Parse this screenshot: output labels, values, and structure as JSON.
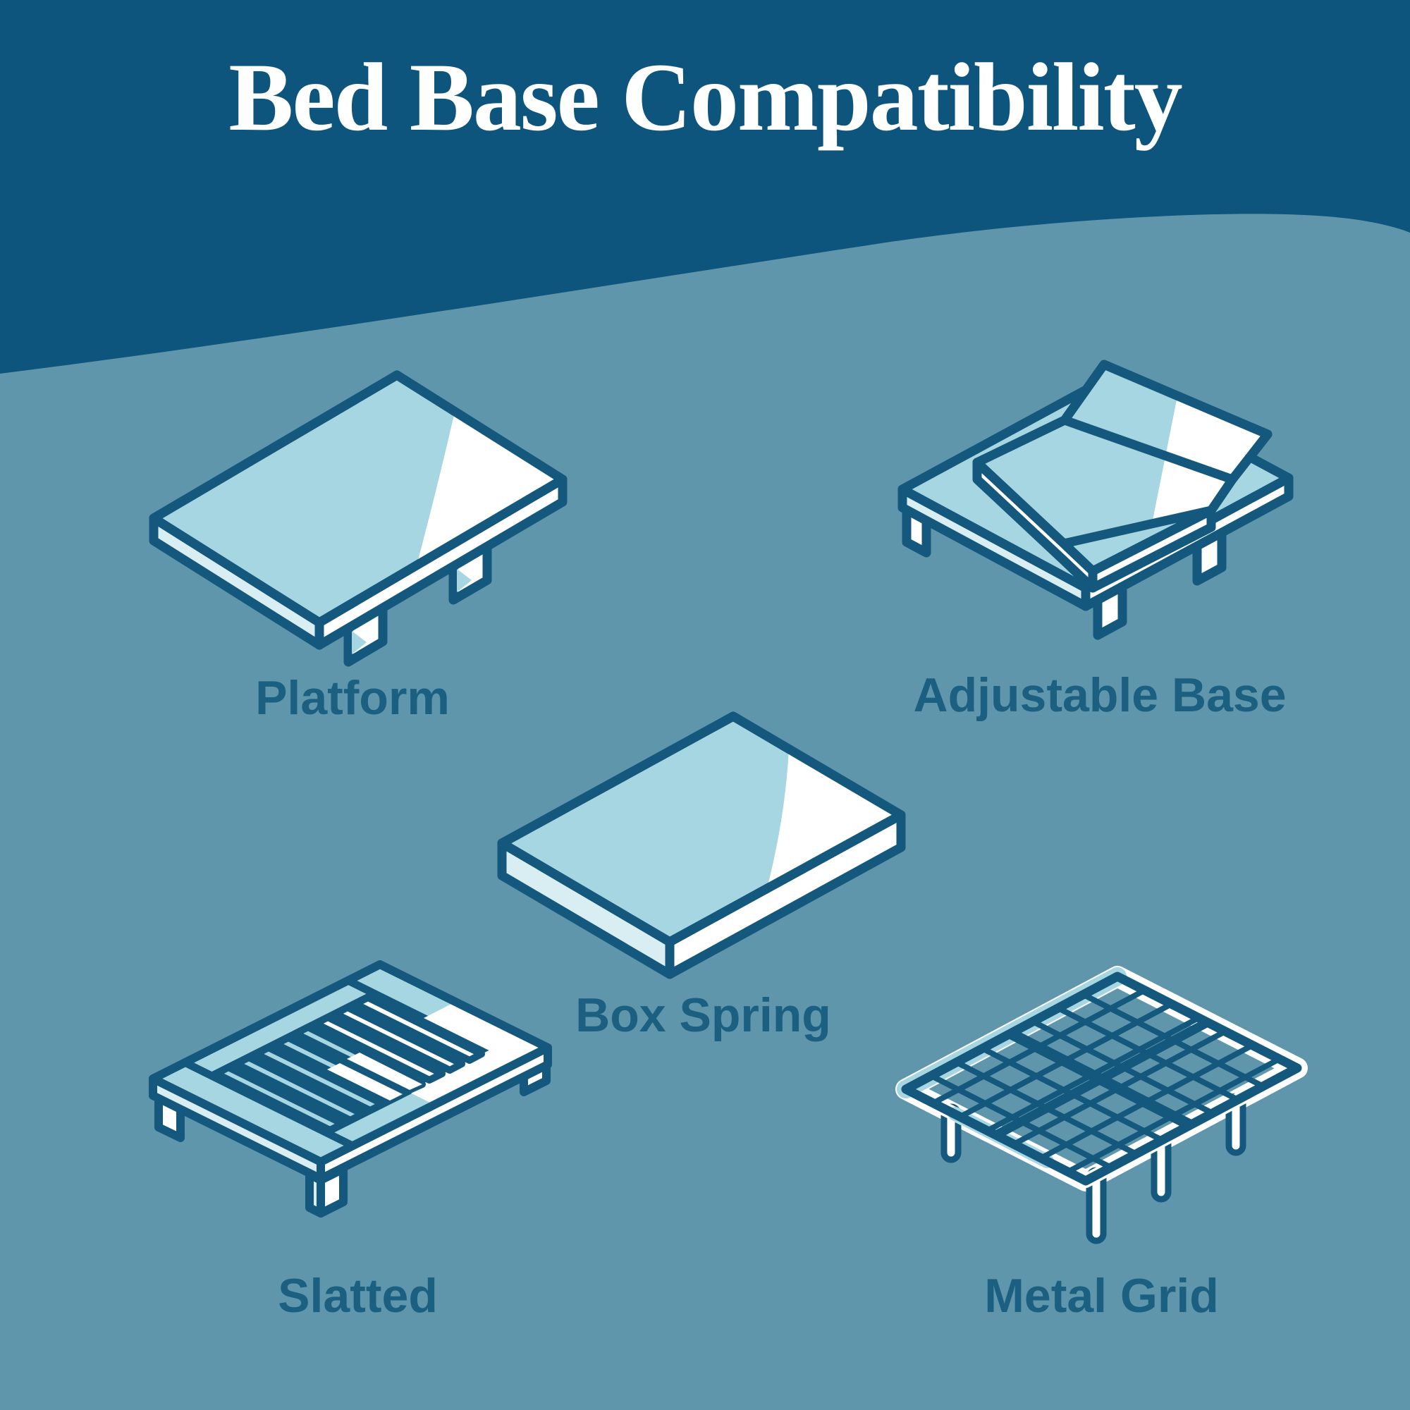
{
  "title": "Bed Base Compatibility",
  "items": [
    {
      "label": "Platform",
      "icon": "platform-bed-icon"
    },
    {
      "label": "Adjustable Base",
      "icon": "adjustable-base-bed-icon"
    },
    {
      "label": "Box Spring",
      "icon": "box-spring-bed-icon"
    },
    {
      "label": "Slatted",
      "icon": "slatted-bed-icon"
    },
    {
      "label": "Metal Grid",
      "icon": "metal-grid-bed-icon"
    }
  ],
  "colors": {
    "header_background": "#0D557C",
    "body_background": "#5F96AC",
    "illustration_outline": "#14587D",
    "fill_light_blue": "#A6D6E1",
    "fill_pale_blue": "#D8EEF3",
    "fill_white": "#FFFFFF",
    "title_text": "#FFFFFF",
    "label_text": "#1B6080"
  }
}
